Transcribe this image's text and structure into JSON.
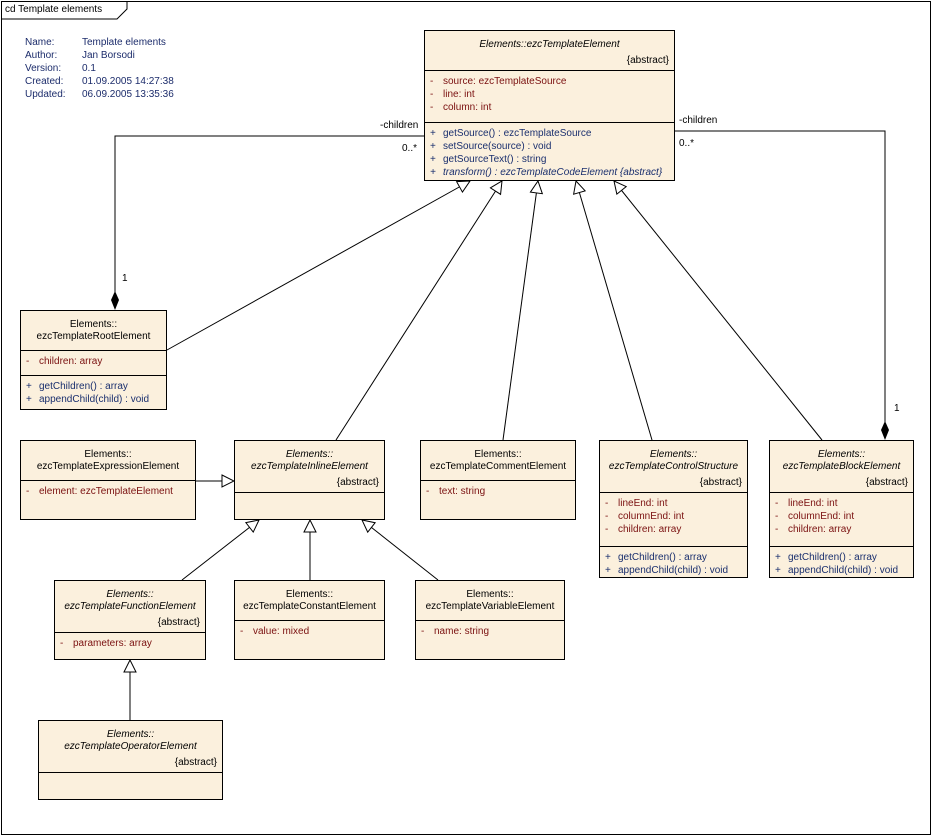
{
  "frame": {
    "title": "cd Template elements"
  },
  "info": [
    {
      "key": "Name:",
      "value": "Template elements"
    },
    {
      "key": "Author:",
      "value": "Jan Borsodi"
    },
    {
      "key": "Version:",
      "value": "0.1"
    },
    {
      "key": "Created:",
      "value": "01.09.2005 14:27:38"
    },
    {
      "key": "Updated:",
      "value": "06.09.2005 13:35:36"
    }
  ],
  "classes": {
    "template_element": {
      "name": "Elements::ezcTemplateElement",
      "abstract": "{abstract}",
      "attributes": [
        {
          "vis": "-",
          "text": "source:  ezcTemplateSource"
        },
        {
          "vis": "-",
          "text": "line:  int"
        },
        {
          "vis": "-",
          "text": "column:  int"
        }
      ],
      "operations": [
        {
          "vis": "+",
          "text": "getSource() : ezcTemplateSource"
        },
        {
          "vis": "+",
          "text": "setSource(source) : void"
        },
        {
          "vis": "+",
          "text": "getSourceText() : string"
        },
        {
          "vis": "+",
          "text": "transform() : ezcTemplateCodeElement {abstract}"
        }
      ]
    },
    "root_element": {
      "name1": "Elements::",
      "name2": "ezcTemplateRootElement",
      "attributes": [
        {
          "vis": "-",
          "text": "children:  array"
        }
      ],
      "operations": [
        {
          "vis": "+",
          "text": "getChildren() : array"
        },
        {
          "vis": "+",
          "text": "appendChild(child) : void"
        }
      ]
    },
    "expression_element": {
      "name1": "Elements::",
      "name2": "ezcTemplateExpressionElement",
      "attributes": [
        {
          "vis": "-",
          "text": "element:  ezcTemplateElement"
        }
      ]
    },
    "inline_element": {
      "name1": "Elements::",
      "name2": "ezcTemplateInlineElement",
      "abstract": "{abstract}"
    },
    "comment_element": {
      "name1": "Elements::",
      "name2": "ezcTemplateCommentElement",
      "attributes": [
        {
          "vis": "-",
          "text": "text:  string"
        }
      ]
    },
    "control_structure": {
      "name1": "Elements::",
      "name2": "ezcTemplateControlStructure",
      "abstract": "{abstract}",
      "attributes": [
        {
          "vis": "-",
          "text": "lineEnd:  int"
        },
        {
          "vis": "-",
          "text": "columnEnd:  int"
        },
        {
          "vis": "-",
          "text": "children:  array"
        }
      ],
      "operations": [
        {
          "vis": "+",
          "text": "getChildren() : array"
        },
        {
          "vis": "+",
          "text": "appendChild(child) : void"
        }
      ]
    },
    "block_element": {
      "name1": "Elements::",
      "name2": "ezcTemplateBlockElement",
      "abstract": "{abstract}",
      "attributes": [
        {
          "vis": "-",
          "text": "lineEnd:  int"
        },
        {
          "vis": "-",
          "text": "columnEnd:  int"
        },
        {
          "vis": "-",
          "text": "children:  array"
        }
      ],
      "operations": [
        {
          "vis": "+",
          "text": "getChildren() : array"
        },
        {
          "vis": "+",
          "text": "appendChild(child) : void"
        }
      ]
    },
    "function_element": {
      "name1": "Elements::",
      "name2": "ezcTemplateFunctionElement",
      "abstract": "{abstract}",
      "attributes": [
        {
          "vis": "-",
          "text": "parameters:  array"
        }
      ]
    },
    "constant_element": {
      "name1": "Elements::",
      "name2": "ezcTemplateConstantElement",
      "attributes": [
        {
          "vis": "-",
          "text": "value:  mixed"
        }
      ]
    },
    "variable_element": {
      "name1": "Elements::",
      "name2": "ezcTemplateVariableElement",
      "attributes": [
        {
          "vis": "-",
          "text": "name:  string"
        }
      ]
    },
    "operator_element": {
      "name1": "Elements::",
      "name2": "ezcTemplateOperatorElement",
      "abstract": "{abstract}"
    }
  },
  "associations": {
    "left": {
      "role": "-children",
      "multiplicity_many": "0..*",
      "multiplicity_one": "1"
    },
    "right": {
      "role": "-children",
      "multiplicity_many": "0..*",
      "multiplicity_one": "1"
    }
  }
}
